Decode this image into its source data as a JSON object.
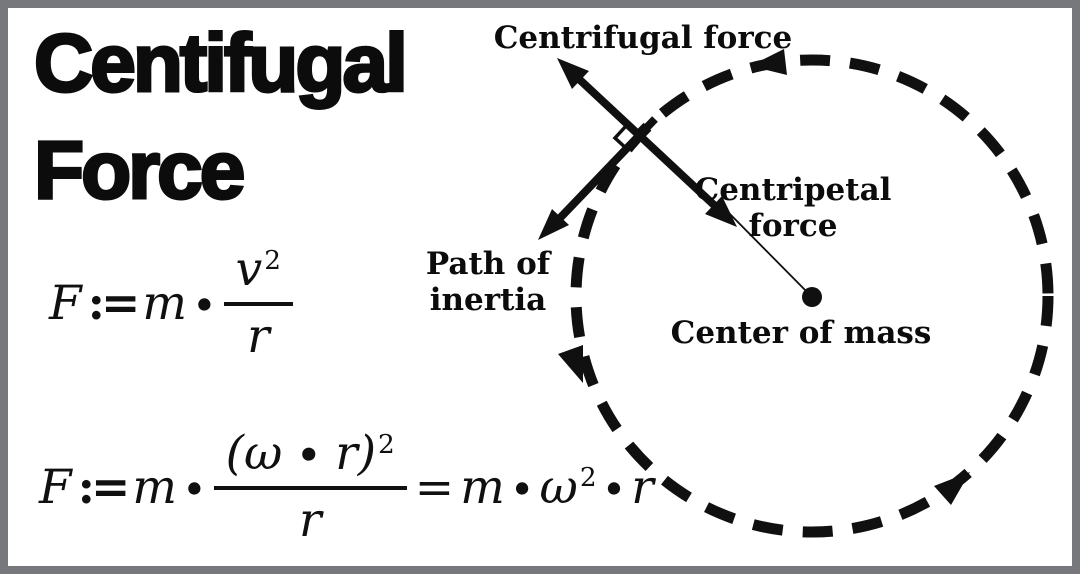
{
  "colors": {
    "ink": "#101010",
    "background": "#ffffff",
    "frame_border": "#77787c"
  },
  "title": {
    "line1": "Centifugal",
    "line2": "Force"
  },
  "formulas": {
    "linear": {
      "F": "F",
      "assign": ":=",
      "m": "m",
      "dot": "∙",
      "numerator_base": "v",
      "numerator_exponent": "2",
      "denominator": "r"
    },
    "angular": {
      "F": "F",
      "assign": ":=",
      "m": "m",
      "dot": "∙",
      "numerator_base": "(ω ∙ r)",
      "numerator_exponent": "2",
      "denominator": "r",
      "equals": "=",
      "rhs_m": "m",
      "rhs_dot1": "∙",
      "rhs_omega": "ω",
      "rhs_omega_exponent": "2",
      "rhs_dot2": "∙",
      "rhs_r": "r"
    }
  },
  "diagram": {
    "labels": {
      "centrifugal_force": "Centrifugal force",
      "centripetal_force_line1": "Centripetal",
      "centripetal_force_line2": "force",
      "path_of_inertia_line1": "Path of",
      "path_of_inertia_line2": "inertia",
      "center_of_mass": "Center of mass"
    },
    "motion_direction": "counterclockwise"
  }
}
